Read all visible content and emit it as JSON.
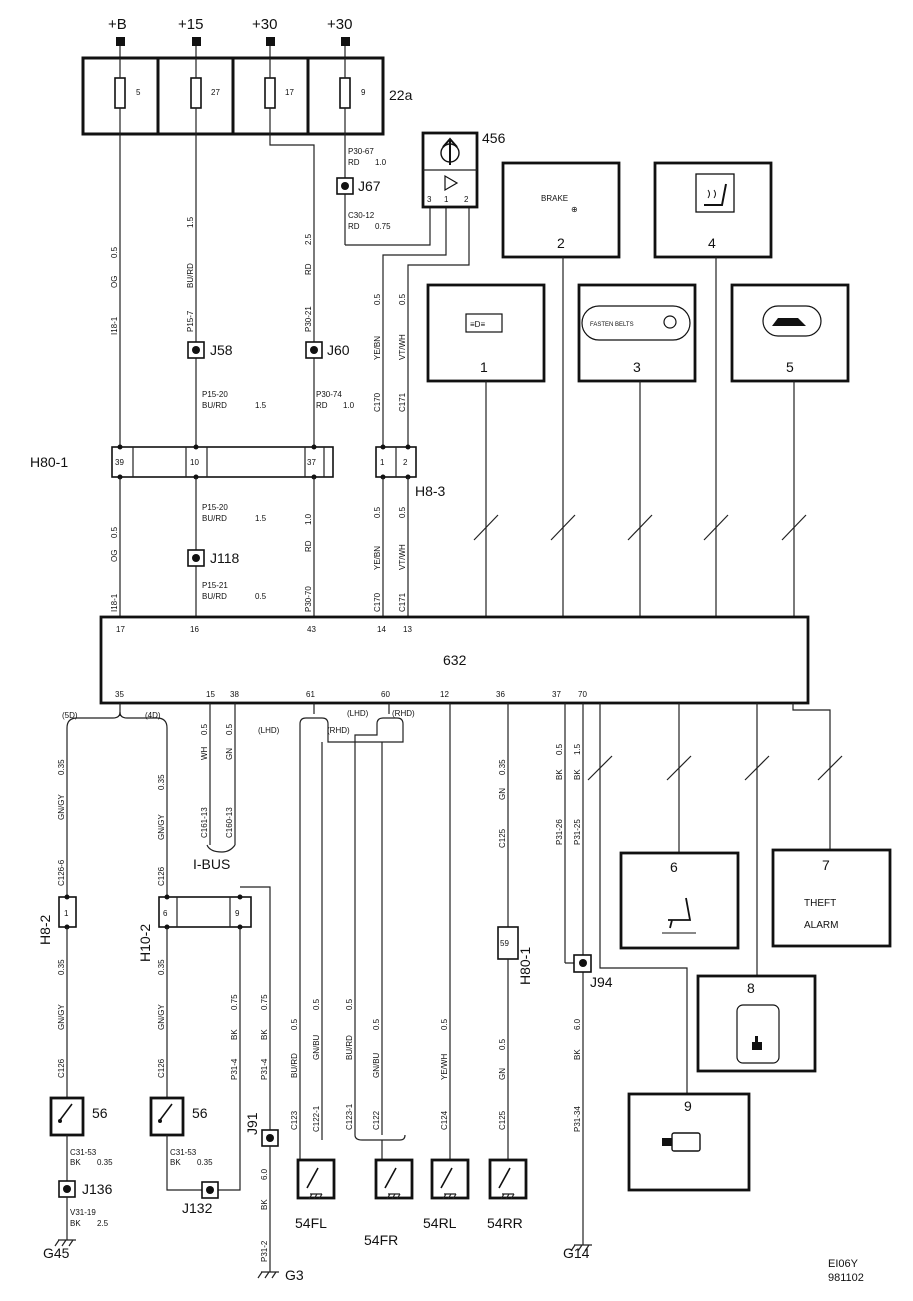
{
  "power": {
    "b": "+B",
    "p15": "+15",
    "p30a": "+30",
    "p30b": "+30"
  },
  "fusebox": {
    "id": "22a",
    "f1": "5",
    "f2": "27",
    "f3": "17",
    "f4": "9"
  },
  "conn": {
    "h80_1": "H80-1",
    "h8_3": "H8-3",
    "h8_2": "H8-2",
    "h10_2": "H10-2",
    "h80_1b": "H80-1",
    "p39": "39",
    "p10": "10",
    "p37": "37",
    "p1": "1",
    "p2": "2",
    "p1b": "1",
    "p6": "6",
    "p9": "9",
    "p59": "59"
  },
  "junctions": {
    "j67": "J67",
    "j58": "J58",
    "j60": "J60",
    "j118": "J118",
    "j91": "J91",
    "j94": "J94",
    "j136": "J136",
    "j132": "J132"
  },
  "switch456": {
    "id": "456",
    "p3": "3",
    "p1": "1",
    "p2": "2"
  },
  "modules": {
    "m1": "1",
    "m2": "2",
    "m3": "3",
    "m4": "4",
    "m5": "5",
    "m6": "6",
    "m7": "7",
    "m8": "8",
    "m9": "9",
    "brake_text": "BRAKE",
    "fasten_text": "FASTEN BELTS",
    "theft1": "THEFT",
    "theft2": "ALARM"
  },
  "ecu": {
    "id": "632",
    "top_pins": [
      "17",
      "16",
      "43",
      "14",
      "13"
    ],
    "bottom_pins": [
      "35",
      "15",
      "38",
      "61",
      "60",
      "12",
      "36",
      "37",
      "70"
    ]
  },
  "wires": {
    "og1": "OG",
    "og1g": "0.5",
    "og1c": "I18-1",
    "burd1": "BU/RD",
    "burd1g": "1.5",
    "burd1c": "P15-7",
    "rd1": "RD",
    "rd1g": "2.5",
    "rd1c": "P30-21",
    "p30_67": "P30-67",
    "p30_67w": "RD",
    "p30_67g": "1.0",
    "c30_12": "C30-12",
    "c30_12w": "RD",
    "c30_12g": "0.75",
    "yebn1": "YE/BN",
    "yebn1g": "0.5",
    "c170a": "C170",
    "vtwh1": "VT/WH",
    "vtwh1g": "0.5",
    "c171a": "C171",
    "p15_20": "P15-20",
    "p15_20w": "BU/RD",
    "p15_20g": "1.5",
    "p30_74": "P30-74",
    "p30_74w": "RD",
    "p30_74g": "1.0",
    "p15_20b": "P15-20",
    "p15_20bw": "BU/RD",
    "p15_20bg": "1.5",
    "og2": "OG",
    "og2g": "0.5",
    "og2c": "I18-1",
    "rd2": "RD",
    "rd2g": "1.0",
    "rd2c": "P30-70",
    "yebn2": "YE/BN",
    "yebn2g": "0.5",
    "c170b": "C170",
    "vtwh2": "VT/WH",
    "vtwh2g": "0.5",
    "c171b": "C171",
    "p15_21": "P15-21",
    "p15_21w": "BU/RD",
    "p15_21g": "0.5",
    "d5": "(5D)",
    "d4": "(4D)",
    "lhd1": "(LHD)",
    "lhd2": "(LHD)",
    "rhd1": "(RHD)",
    "rhd2": "(RHD)",
    "gngy1": "GN/GY",
    "gngy1g": "0.35",
    "c126_6": "C126-6",
    "gngy2": "GN/GY",
    "gngy2g": "0.35",
    "c126": "C126",
    "wh": "WH",
    "whg": "0.5",
    "c161": "C161-13",
    "gn": "GN",
    "gng": "0.5",
    "c160": "C160-13",
    "ibus": "I-BUS",
    "gn36": "GN",
    "gn36g": "0.35",
    "c125": "C125",
    "bk37": "BK",
    "bk37g": "0.5",
    "p31_26": "P31-26",
    "bk70": "BK",
    "bk70g": "1.5",
    "p31_25": "P31-25",
    "gngy3": "GN/GY",
    "gngy3g": "0.35",
    "c126b": "C126",
    "gngy4": "GN/GY",
    "gngy4g": "0.35",
    "c126c": "C126",
    "bk31a": "BK",
    "bk31ag": "0.75",
    "p31_4a": "P31-4",
    "bk31b": "BK",
    "bk31bg": "0.75",
    "p31_4b": "P31-4",
    "burd2": "BU/RD",
    "burd2g": "0.5",
    "c123": "C123",
    "gnbu1": "GN/BU",
    "gnbu1g": "0.5",
    "c122_1": "C122-1",
    "burd3": "BU/RD",
    "burd3g": "0.5",
    "c123_1": "C123-1",
    "gnbu2": "GN/BU",
    "gnbu2g": "0.5",
    "c122": "C122",
    "yewh": "YE/WH",
    "yewhg": "0.5",
    "c124": "C124",
    "gn2": "GN",
    "gn2g": "0.5",
    "c125b": "C125",
    "bk6": "BK",
    "bk6g": "6.0",
    "p31_34": "P31-34",
    "c31_53a": "C31-53",
    "c31_53aw": "BK",
    "c31_53ag": "0.35",
    "c31_53b": "C31-53",
    "c31_53bw": "BK",
    "c31_53bg": "0.35",
    "v31_19": "V31-19",
    "v31_19w": "BK",
    "v31_19g": "2.5",
    "bk6b": "BK",
    "bk6bg": "6.0",
    "p31_2": "P31-2"
  },
  "switches": {
    "s56a": "56",
    "s56b": "56",
    "fl": "54FL",
    "fr": "54FR",
    "rl": "54RL",
    "rr": "54RR"
  },
  "grounds": {
    "g45": "G45",
    "g3": "G3",
    "g14": "G14"
  },
  "footer": {
    "code": "EI06Y",
    "date": "981102"
  }
}
